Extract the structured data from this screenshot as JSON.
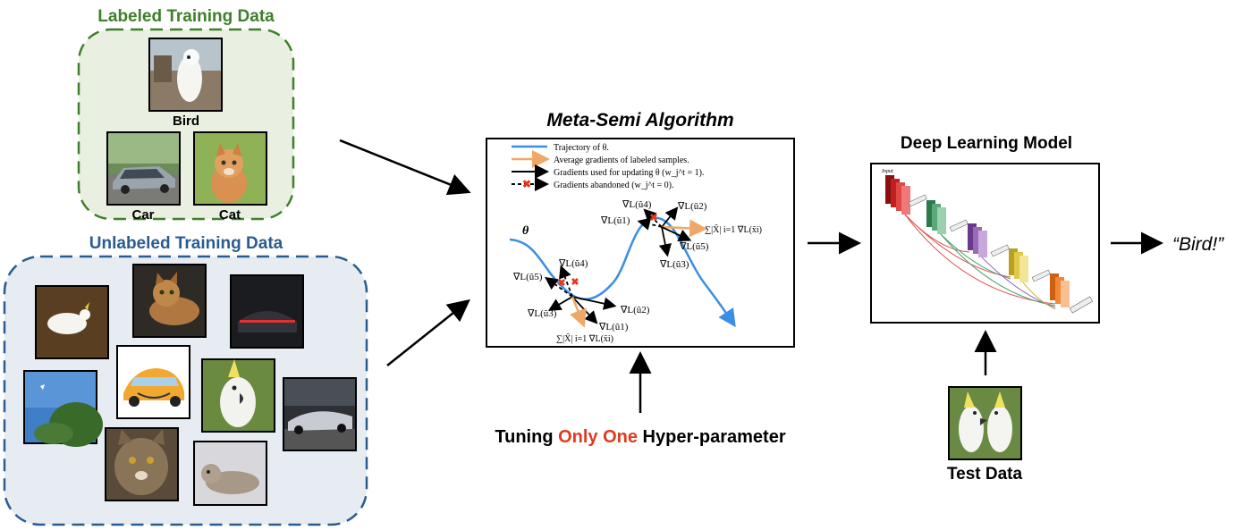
{
  "labeled": {
    "title": "Labeled Training Data",
    "items": [
      {
        "label": "Bird",
        "icon": "cockatoo-photo"
      },
      {
        "label": "Car",
        "icon": "car-photo"
      },
      {
        "label": "Cat",
        "icon": "kitten-photo"
      }
    ]
  },
  "unlabeled": {
    "title": "Unlabeled Training Data",
    "icons": [
      "cockatoo-lying-photo",
      "cat-photo",
      "dark-car-photo",
      "tree-sky-photo",
      "cartoon-car-photo",
      "cockatoo-photo",
      "silver-car-photo",
      "tabby-cat-photo",
      "kitten-photo"
    ]
  },
  "algorithm": {
    "title": "Meta-Semi Algorithm",
    "legend": [
      {
        "text": "Trajectory of θ.",
        "color": "#3a8ee6",
        "style": "line"
      },
      {
        "text": "Average gradients of labeled samples.",
        "color": "#f0a868",
        "style": "arrow"
      },
      {
        "text": "Gradients used for updating θ (w_j^t = 1).",
        "color": "#000000",
        "style": "arrow"
      },
      {
        "text": "Gradients abandoned (w_j^t = 0).",
        "color": "#000000",
        "style": "dashed-x"
      }
    ],
    "theta": "θ",
    "labels_left": [
      "∇L(ũ4)",
      "∇L(ũ5)",
      "∇L(ũ3)",
      "∇L(ũ2)",
      "∇L(ũ1)",
      "∑|X̃| i=1 ∇L(x̃i)"
    ],
    "labels_right": [
      "∇L(ũ4)",
      "∇L(ũ2)",
      "∇L(ũ1)",
      "∑|X̃| i=1 ∇L(x̃i)",
      "∇L(ũ5)",
      "∇L(ũ3)"
    ]
  },
  "tuning": {
    "prefix": "Tuning ",
    "highlight": "Only One",
    "suffix": " Hyper-parameter",
    "highlight_color": "#e03a1e"
  },
  "model": {
    "title": "Deep Learning Model",
    "input_label": "Input"
  },
  "test": {
    "label": "Test Data",
    "icon": "two-cockatoos-photo"
  },
  "output": {
    "text": "“Bird!”"
  },
  "colors": {
    "green": "#3f7f2a",
    "blue": "#2a5c8f",
    "red": "#e03a1e",
    "trajectory": "#3a8ee6",
    "avg_grad": "#f0a868"
  }
}
